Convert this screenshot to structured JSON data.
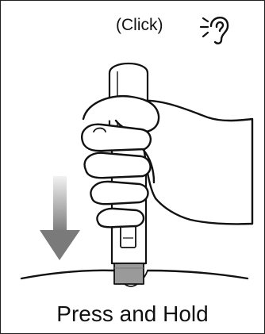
{
  "illustration": {
    "sound_text": "(Click)",
    "caption": "Press and Hold",
    "icons": [
      "ear-icon",
      "sound-waves-icon",
      "down-arrow-icon",
      "injector-pen",
      "hand",
      "skin-surface"
    ]
  }
}
